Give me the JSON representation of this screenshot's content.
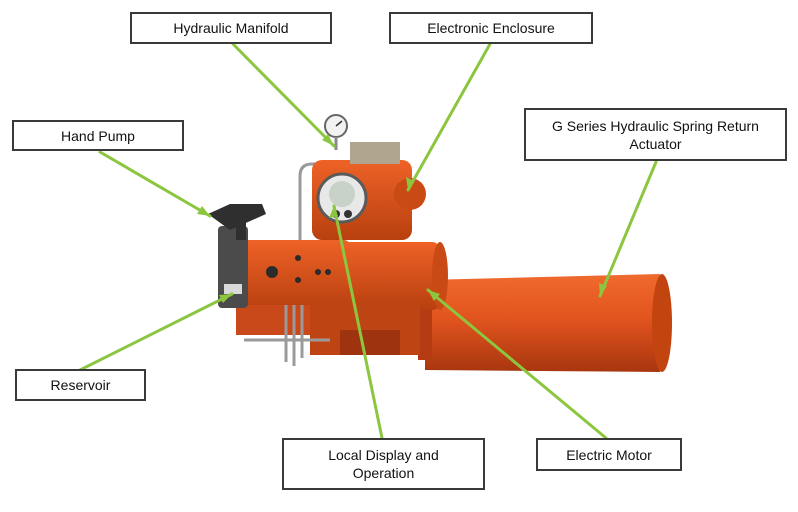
{
  "labels": {
    "hydraulic_manifold": "Hydraulic Manifold",
    "electronic_enclosure": "Electronic Enclosure",
    "hand_pump": "Hand Pump",
    "g_series_actuator_line1": "G Series Hydraulic Spring Return",
    "g_series_actuator_line2": "Actuator",
    "reservoir": "Reservoir",
    "local_display_line1": "Local Display and",
    "local_display_line2": "Operation",
    "electric_motor": "Electric Motor"
  },
  "colors": {
    "leader_line": "#8cc63f",
    "actuator_body": "#e2541e",
    "actuator_shadow": "#b53c12",
    "metal_dark": "#3a3a3a",
    "label_border": "#3a3a3a"
  }
}
